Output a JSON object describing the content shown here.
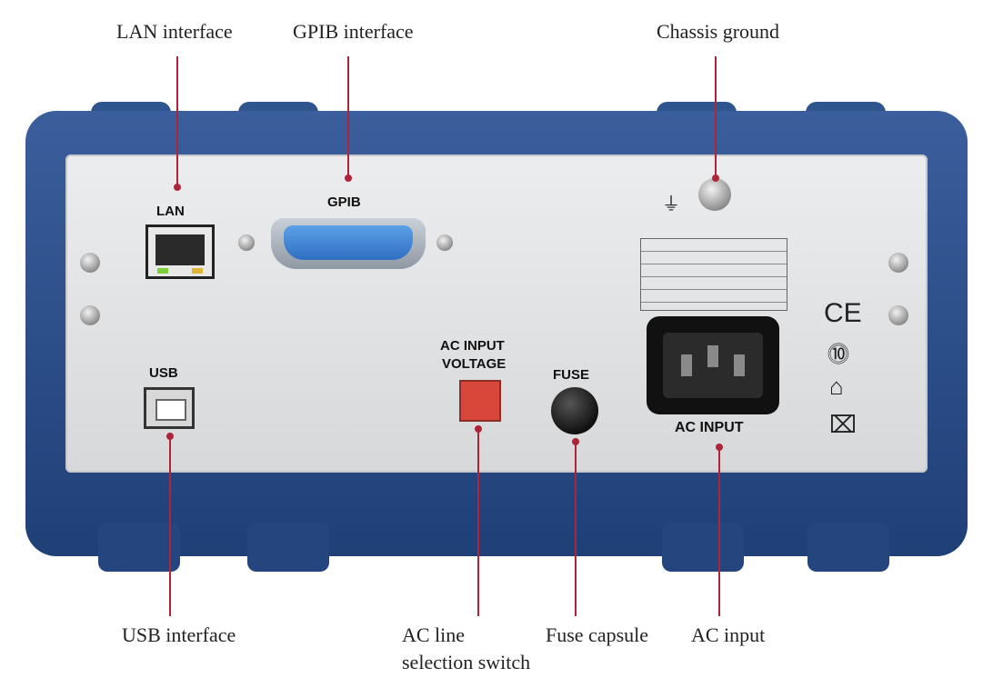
{
  "callouts": {
    "lan": "LAN interface",
    "gpib": "GPIB interface",
    "chassis": "Chassis ground",
    "usb": "USB interface",
    "ac_line_1": "AC line",
    "ac_line_2": "selection switch",
    "fuse": "Fuse capsule",
    "ac_input": "AC input"
  },
  "panel_labels": {
    "lan": "LAN",
    "gpib": "GPIB",
    "usb": "USB",
    "ac_voltage_1": "AC INPUT",
    "ac_voltage_2": "VOLTAGE",
    "fuse": "FUSE",
    "ac_input": "AC INPUT"
  },
  "marks": {
    "ce": "CE"
  },
  "colors": {
    "leader": "#b0243a",
    "chassis": "#2a4b86"
  }
}
